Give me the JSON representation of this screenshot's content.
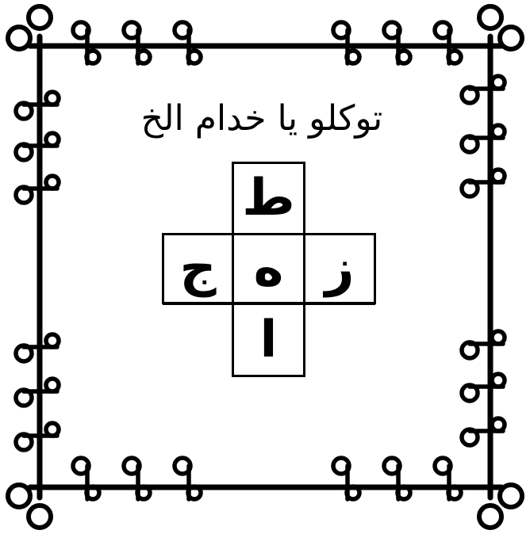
{
  "heading": "توكلو يا خدام الخ",
  "grid": {
    "top": "ط",
    "right": "ز",
    "center": "ه",
    "left": "ج",
    "bottom": "ا"
  },
  "colors": {
    "ink": "#000000",
    "paper": "#ffffff"
  }
}
